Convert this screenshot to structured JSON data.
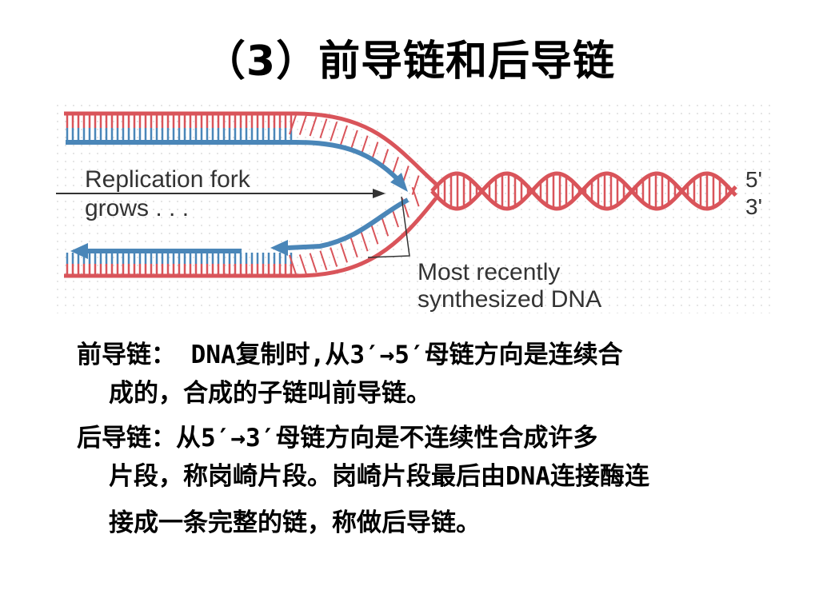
{
  "slide": {
    "title": "（3）前导链和后导链"
  },
  "figure": {
    "label_fork_line1": "Replication fork",
    "label_fork_line2": "grows . . .",
    "label_synth_line1": "Most recently",
    "label_synth_line2": "synthesized DNA",
    "label_5prime": "5'",
    "label_3prime": "3'",
    "colors": {
      "parent_strand": "#d9545a",
      "new_strand": "#4a86b8",
      "arrow": "#333333"
    }
  },
  "text": {
    "leading_line1": "前导链：  DNA复制时,从3′→5′母链方向是连续合",
    "leading_line2": "成的，合成的子链叫前导链。",
    "lagging_line1": "后导链：从5′→3′母链方向是不连续性合成许多",
    "lagging_line2": "片段，称岗崎片段。岗崎片段最后由DNA连接酶连",
    "lagging_line3": "接成一条完整的链，称做后导链。"
  }
}
